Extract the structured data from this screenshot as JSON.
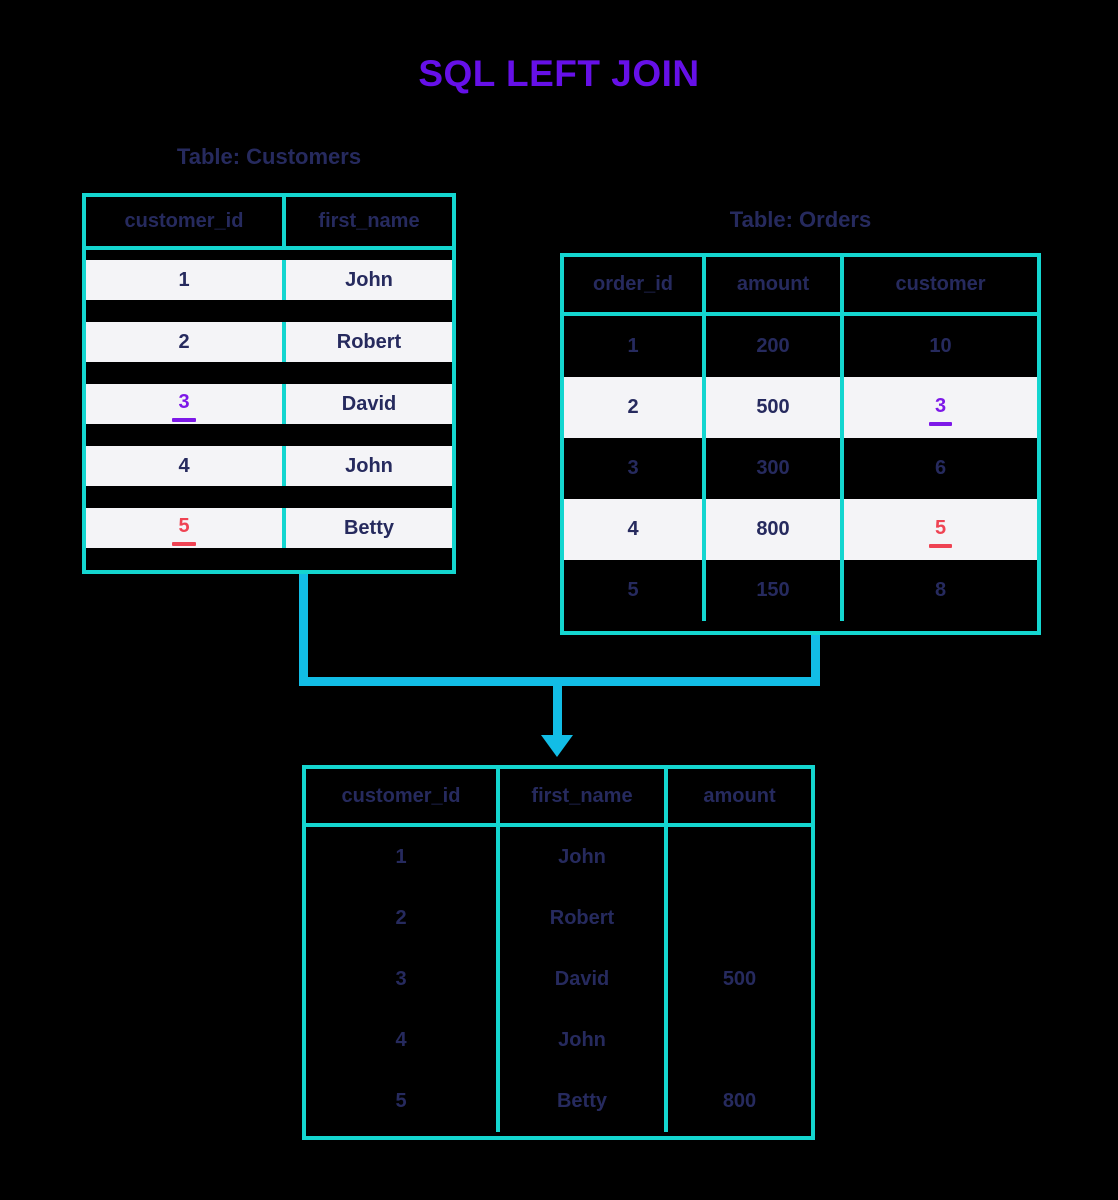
{
  "title": "SQL LEFT JOIN",
  "colors": {
    "title_purple": "#6610e8",
    "table_border_teal": "#14d6d0",
    "connector_cyan": "#12bde6",
    "text_navy": "#262a5e",
    "highlight_purple": "#7d18e8",
    "highlight_red": "#ef4353",
    "row_stripe": "#f4f4f7",
    "background": "#000000"
  },
  "customers": {
    "caption": "Table: Customers",
    "headers": [
      "customer_id",
      "first_name"
    ],
    "rows": [
      {
        "customer_id": "1",
        "first_name": "John",
        "highlight": "none"
      },
      {
        "customer_id": "2",
        "first_name": "Robert",
        "highlight": "none"
      },
      {
        "customer_id": "3",
        "first_name": "David",
        "highlight": "purple"
      },
      {
        "customer_id": "4",
        "first_name": "John",
        "highlight": "none"
      },
      {
        "customer_id": "5",
        "first_name": "Betty",
        "highlight": "red"
      }
    ]
  },
  "orders": {
    "caption": "Table: Orders",
    "headers": [
      "order_id",
      "amount",
      "customer"
    ],
    "rows": [
      {
        "order_id": "1",
        "amount": "200",
        "customer": "10",
        "highlight": "none"
      },
      {
        "order_id": "2",
        "amount": "500",
        "customer": "3",
        "highlight": "purple"
      },
      {
        "order_id": "3",
        "amount": "300",
        "customer": "6",
        "highlight": "none"
      },
      {
        "order_id": "4",
        "amount": "800",
        "customer": "5",
        "highlight": "red"
      },
      {
        "order_id": "5",
        "amount": "150",
        "customer": "8",
        "highlight": "none"
      }
    ]
  },
  "result": {
    "headers": [
      "customer_id",
      "first_name",
      "amount"
    ],
    "rows": [
      {
        "customer_id": "1",
        "first_name": "John",
        "amount": ""
      },
      {
        "customer_id": "2",
        "first_name": "Robert",
        "amount": ""
      },
      {
        "customer_id": "3",
        "first_name": "David",
        "amount": "500"
      },
      {
        "customer_id": "4",
        "first_name": "John",
        "amount": ""
      },
      {
        "customer_id": "5",
        "first_name": "Betty",
        "amount": "800"
      }
    ]
  },
  "connector": {
    "arrow_icon": "arrow-down-icon"
  }
}
